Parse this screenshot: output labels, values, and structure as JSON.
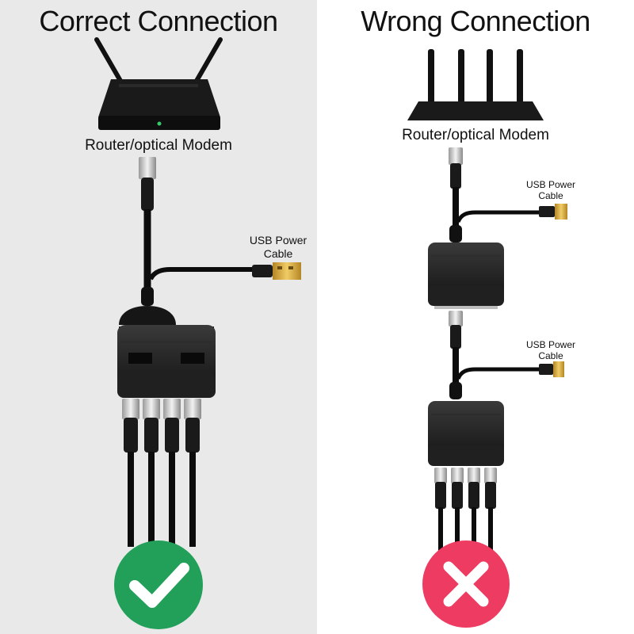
{
  "left": {
    "heading": "Correct Connection",
    "router_label": "Router/optical Modem",
    "usb_label_line1": "USB Power",
    "usb_label_line2": "Cable",
    "status": "correct",
    "status_icon": "check-icon",
    "status_color": "#22a05a"
  },
  "right": {
    "heading": "Wrong Connection",
    "router_label": "Router/optical Modem",
    "usb_top_line1": "USB Power",
    "usb_top_line2": "Cable",
    "usb_bottom_line1": "USB Power",
    "usb_bottom_line2": "Cable",
    "status": "wrong",
    "status_icon": "cross-icon",
    "status_color": "#ee3b61"
  },
  "colors": {
    "left_background": "#e9e9e9",
    "right_background": "#ffffff",
    "device": "#1c1c1c",
    "usb_plug": "#d6a93a"
  }
}
